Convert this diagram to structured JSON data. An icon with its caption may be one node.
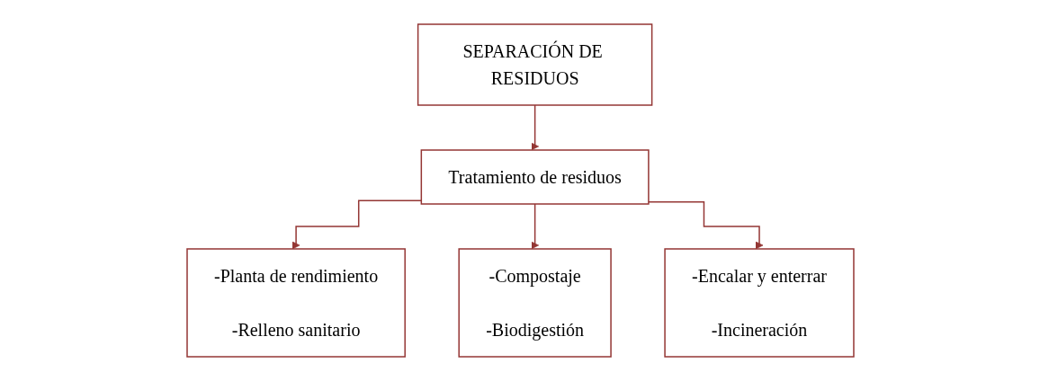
{
  "diagram": {
    "nodes": [
      {
        "text": [
          "SEPARACIÓN DE RESIDUOS"
        ]
      },
      {
        "text": [
          "Tratamiento de residuos"
        ]
      },
      {
        "text": [
          "-Planta de rendimiento",
          "-Relleno sanitario"
        ]
      },
      {
        "text": [
          "-Compostaje",
          "-Biodigestión"
        ]
      },
      {
        "text": [
          "-Encalar y enterrar",
          "-Incineración"
        ]
      }
    ],
    "edges": [
      {
        "from": 0,
        "to": 1,
        "arrow": "to"
      },
      {
        "from": 1,
        "to": 2,
        "arrow": "to"
      },
      {
        "from": 1,
        "to": 3,
        "arrow": "to"
      },
      {
        "from": 1,
        "to": 4,
        "arrow": "to"
      }
    ]
  }
}
